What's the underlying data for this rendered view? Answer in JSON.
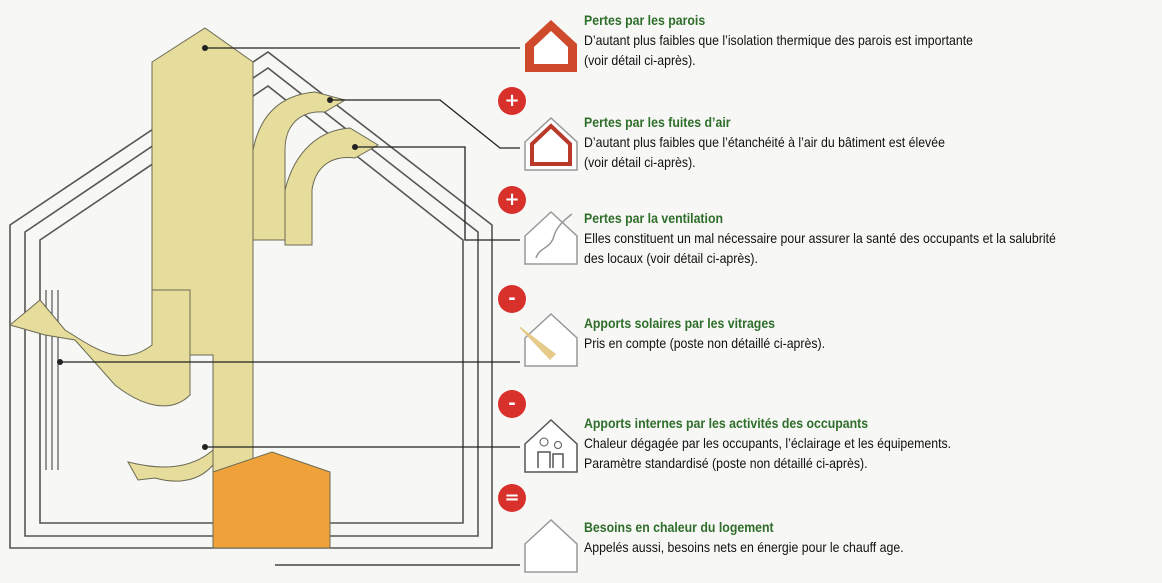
{
  "colors": {
    "flow_fill": "#e6dc9c",
    "flow_stroke": "#6b6a55",
    "need_fill": "#f0a23a",
    "badge_red": "#d8312b",
    "title_green": "#2e6e2a",
    "house_red": "#cf4a2a"
  },
  "items": [
    {
      "icon": "house-walls-icon",
      "title": "Pertes par les parois",
      "desc": [
        "D’autant plus faibles que l’isolation thermique des parois est importante",
        "(voir détail ci-après)."
      ]
    },
    {
      "icon": "house-air-leak-icon",
      "title": "Pertes par les fuites d’air",
      "desc": [
        "D’autant plus faibles que l’étanchéité à l’air du bâtiment est élevée",
        "(voir détail ci-après)."
      ]
    },
    {
      "icon": "house-ventilation-icon",
      "title": "Pertes par la ventilation",
      "desc": [
        "Elles constituent un mal nécessaire pour assurer la santé des occupants et la salubrité",
        "des locaux (voir détail ci-après)."
      ]
    },
    {
      "icon": "house-sun-icon",
      "title": "Apports solaires par les vitrages",
      "desc": [
        "Pris en compte (poste non détaillé ci-après)."
      ]
    },
    {
      "icon": "house-occupants-icon",
      "title": "Apports internes par les activités des occupants",
      "desc": [
        "Chaleur dégagée par les occupants, l’éclairage et les équipements.",
        "Paramètre standardisé (poste non détaillé ci-après)."
      ]
    },
    {
      "icon": "house-needs-icon",
      "title": "Besoins en chaleur du logement",
      "desc": [
        "Appelés aussi, besoins nets en énergie pour le chauff age."
      ]
    }
  ],
  "operators": [
    "+",
    "+",
    "-",
    "-",
    "="
  ]
}
